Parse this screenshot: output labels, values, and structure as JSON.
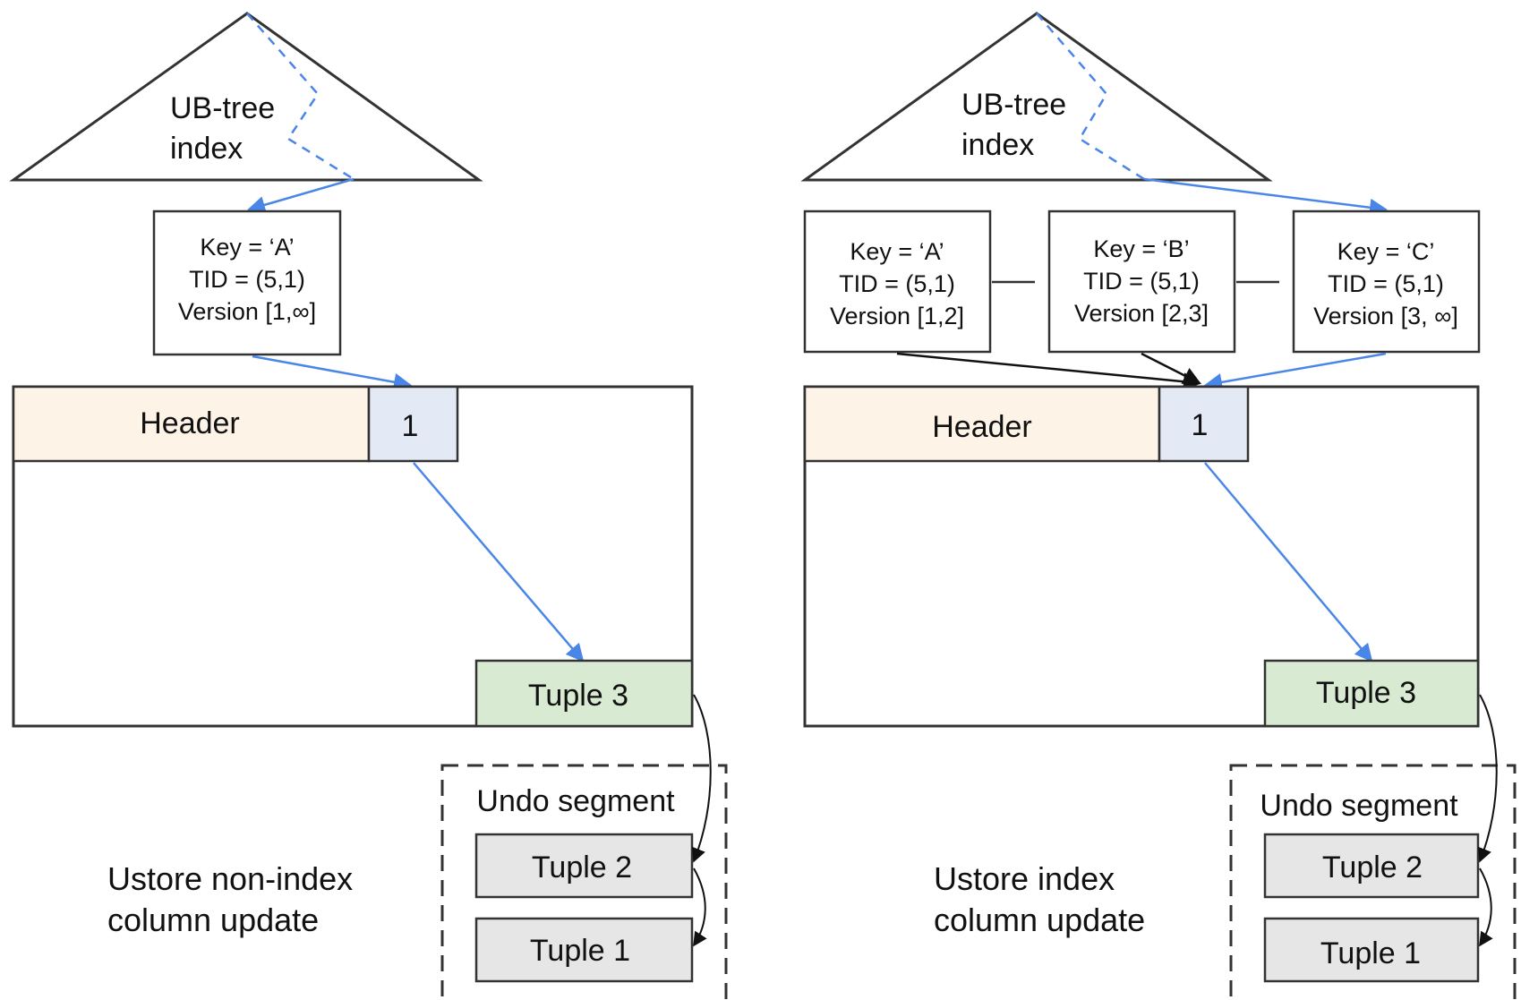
{
  "colors": {
    "stroke": "#333333",
    "blue_arrow": "#4a86e8",
    "header_fill": "#fdf3e7",
    "slot_fill": "#e4e9f6",
    "tuple3_fill": "#d9ead3",
    "undo_tuple_fill": "#e6e6e6",
    "black_arrow": "#111111"
  },
  "left_panel": {
    "index_label_line1": "UB-tree",
    "index_label_line2": "index",
    "entry": {
      "key": "Key = ‘A’",
      "tid": "TID = (5,1)",
      "version": "Version [1,∞]"
    },
    "header": "Header",
    "slot": "1",
    "tuple3": "Tuple 3",
    "undo_title": "Undo segment",
    "undo_tuple2": "Tuple 2",
    "undo_tuple1": "Tuple 1",
    "caption_line1": "Ustore non-index",
    "caption_line2": "column update"
  },
  "right_panel": {
    "index_label_line1": "UB-tree",
    "index_label_line2": "index",
    "entries": [
      {
        "key": "Key = ‘A’",
        "tid": "TID = (5,1)",
        "version": "Version [1,2]"
      },
      {
        "key": "Key = ‘B’",
        "tid": "TID = (5,1)",
        "version": "Version [2,3]"
      },
      {
        "key": "Key = ‘C’",
        "tid": "TID = (5,1)",
        "version": "Version [3, ∞]"
      }
    ],
    "header": "Header",
    "slot": "1",
    "tuple3": "Tuple 3",
    "undo_title": "Undo segment",
    "undo_tuple2": "Tuple 2",
    "undo_tuple1": "Tuple 1",
    "caption_line1": "Ustore index",
    "caption_line2": "column update"
  }
}
